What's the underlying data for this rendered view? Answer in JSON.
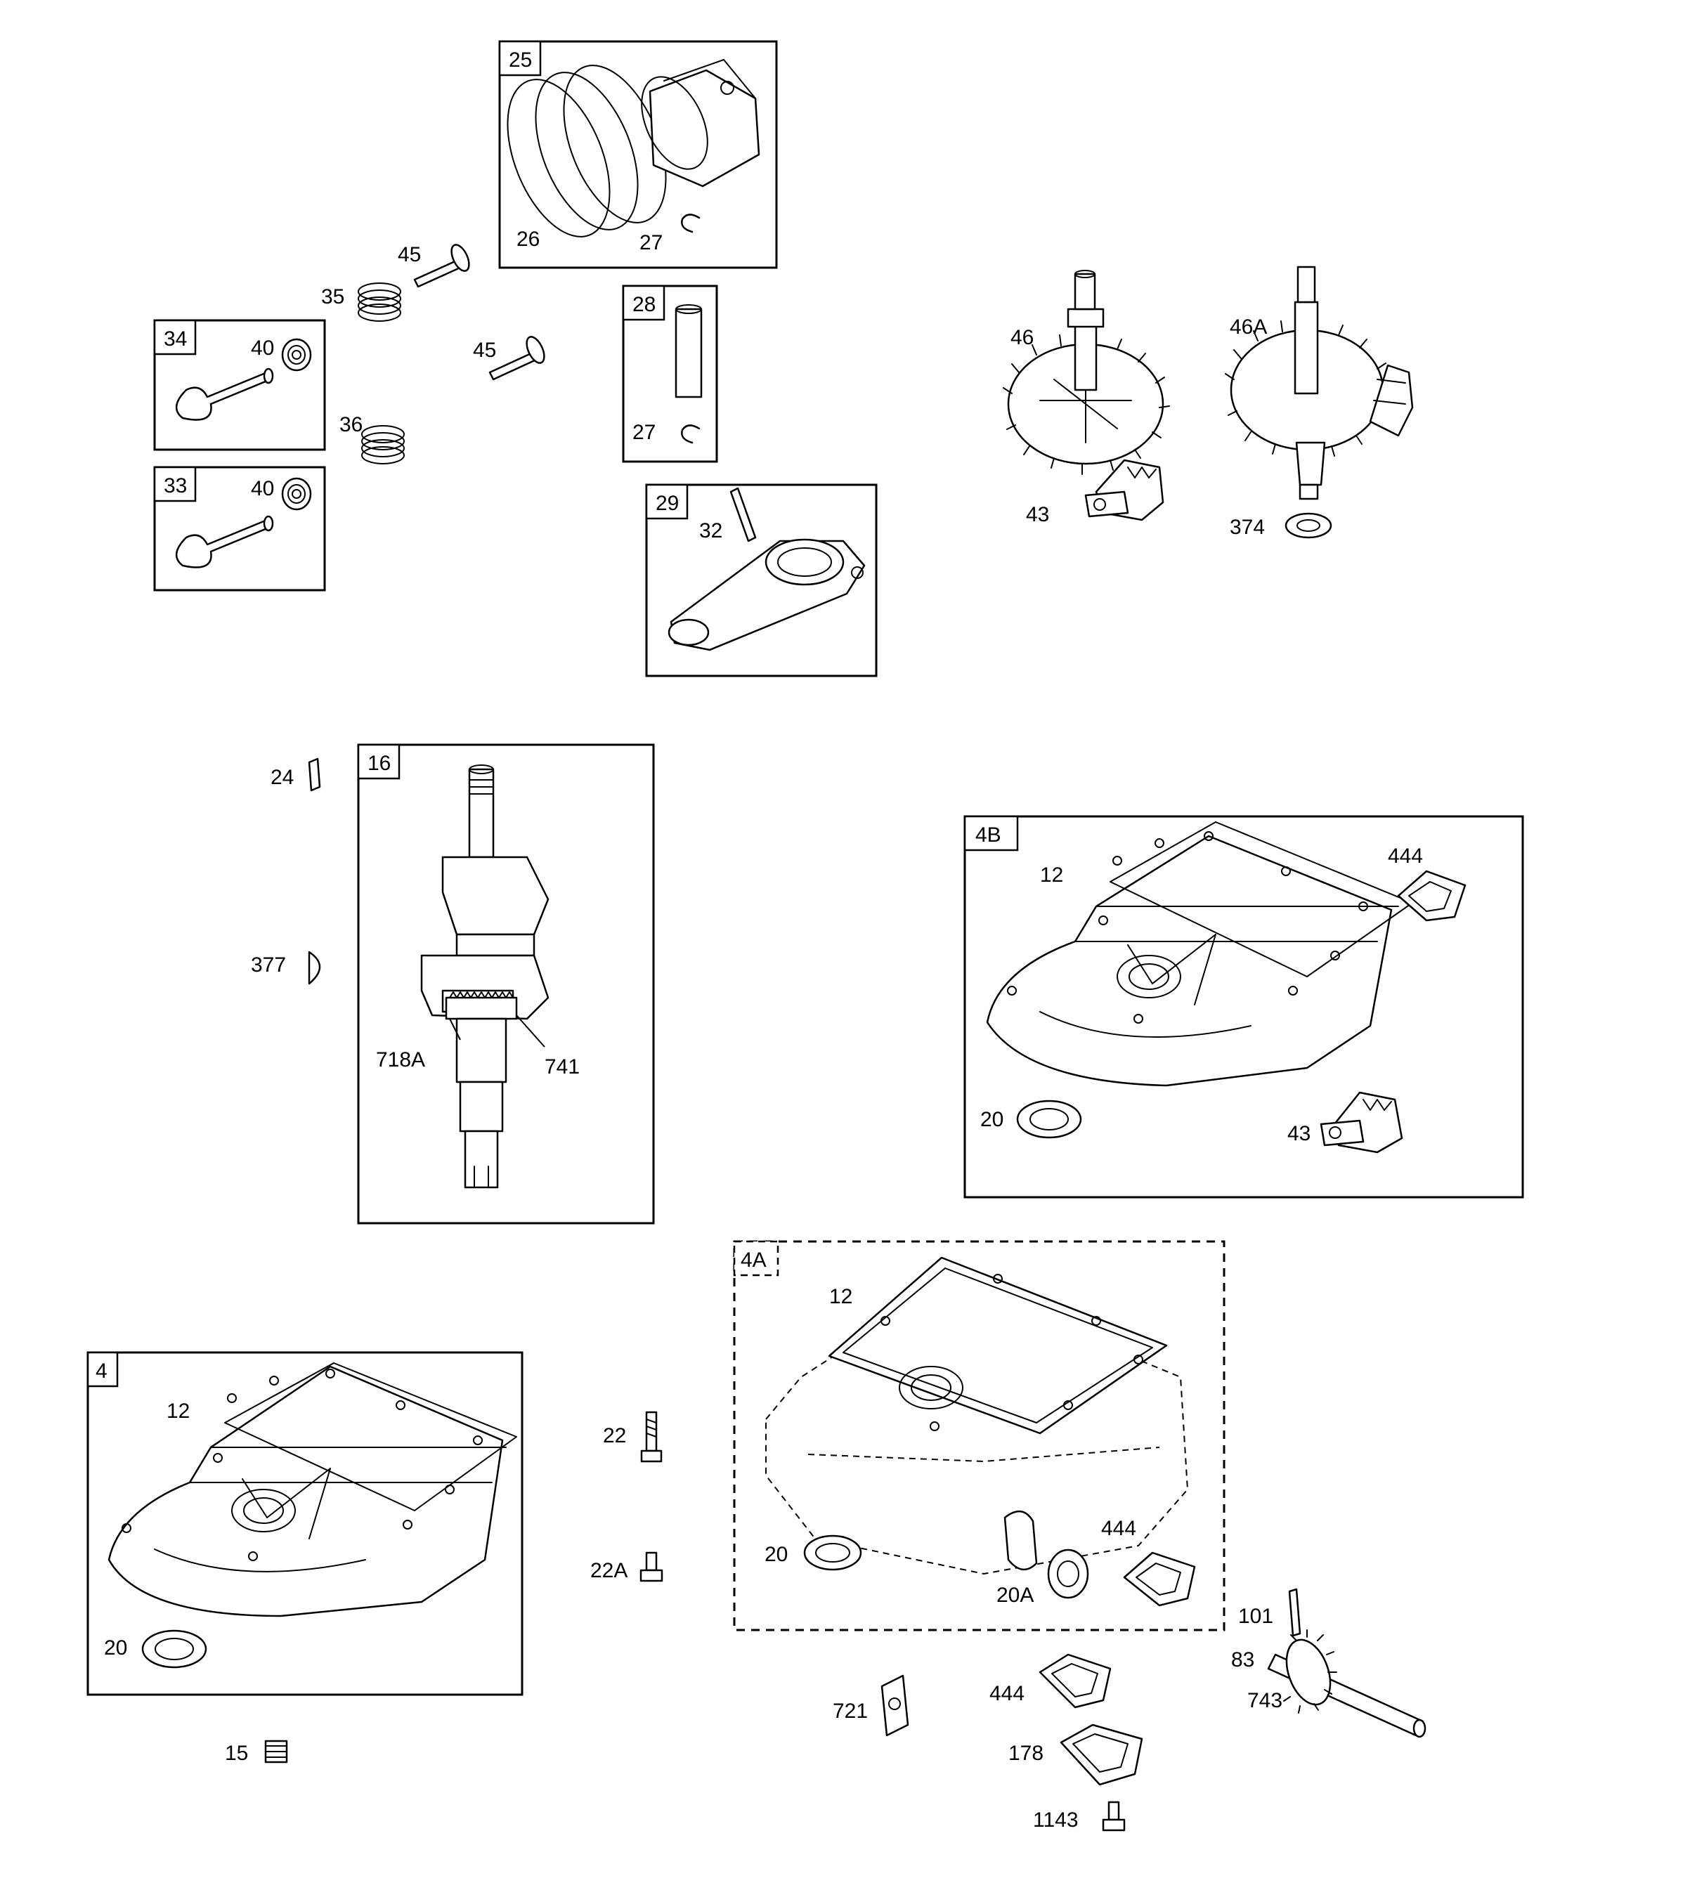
{
  "callouts": {
    "c25": "25",
    "c26": "26",
    "c27a": "27",
    "c28": "28",
    "c27b": "27",
    "c29": "29",
    "c32": "32",
    "c45a": "45",
    "c35": "35",
    "c45b": "45",
    "c36": "36",
    "c34": "34",
    "c40a": "40",
    "c33": "33",
    "c40b": "40",
    "c46": "46",
    "c43a": "43",
    "c46A": "46A",
    "c374": "374",
    "c24": "24",
    "c377": "377",
    "c16": "16",
    "c718A": "718A",
    "c741": "741",
    "c4B": "4B",
    "c12a": "12",
    "c444a": "444",
    "c20a": "20",
    "c43b": "43",
    "c4A": "4A",
    "c12b": "12",
    "c20b": "20",
    "c20A": "20A",
    "c444b": "444",
    "c4": "4",
    "c12c": "12",
    "c20c": "20",
    "c22": "22",
    "c22A": "22A",
    "c15": "15",
    "c721": "721",
    "c444c": "444",
    "c178": "178",
    "c1143": "1143",
    "c101": "101",
    "c83": "83",
    "c743": "743"
  }
}
